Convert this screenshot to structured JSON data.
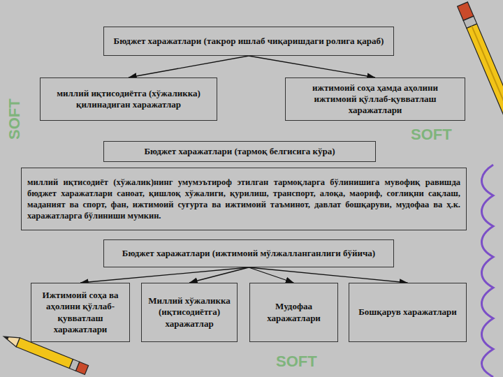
{
  "diagram": {
    "nodes": [
      {
        "text": [
          "Бюджет харажатлари (такрор ишлаб чиқаришдаги ролига қараб)"
        ]
      },
      {
        "text": [
          "миллий иқтисодиётга (хўжаликка) қилинадиган харажатлар"
        ]
      },
      {
        "text": [
          "ижтимоий соҳа ҳамда аҳолини ижтимоий қўллаб-қувватлаш харажатлари"
        ]
      },
      {
        "text": [
          "Бюджет харажатлари (тармоқ белгисига кўра)"
        ]
      },
      {
        "text": [
          "миллий иқтисодиёт (хўжалик)нинг умумэътироф этилган тармоқларга бўлинишига мувофиқ равишда бюджет харажатлари саноат, қишлоқ хўжалиги, қурилиш, транспорт, алоқа, маориф, соғлиқни сақлаш, маданият ва спорт, фан, ижтимоий суғурта ва ижтимоий таъминот, давлат бошқаруви, мудофаа ва ҳ.к. харажатларга бўлиниши мумкин."
        ]
      },
      {
        "text": [
          "Бюджет харажатлари (ижтимоий мўлжалланганлиги бўйича)"
        ]
      },
      {
        "text": [
          "Ижтимоий соҳа ва аҳолини қўллаб-қувватлаш харажатлари"
        ]
      },
      {
        "text": [
          "Миллий хўжаликка (иқтисодиётга) харажатлар"
        ]
      },
      {
        "text": [
          "Мудофаа харажатлари"
        ]
      },
      {
        "text": [
          "Бошқарув харажатлари"
        ]
      }
    ],
    "edges": [
      {
        "from": 0,
        "to": 1,
        "arrow": "to"
      },
      {
        "from": 0,
        "to": 2,
        "arrow": "to"
      },
      {
        "from": 5,
        "to": 6,
        "arrow": "to"
      },
      {
        "from": 5,
        "to": 7,
        "arrow": "to"
      },
      {
        "from": 5,
        "to": 8,
        "arrow": "to"
      },
      {
        "from": 5,
        "to": 9,
        "arrow": "to"
      }
    ],
    "labels": [
      "SOFT",
      "SOFT",
      "SOFT"
    ]
  }
}
